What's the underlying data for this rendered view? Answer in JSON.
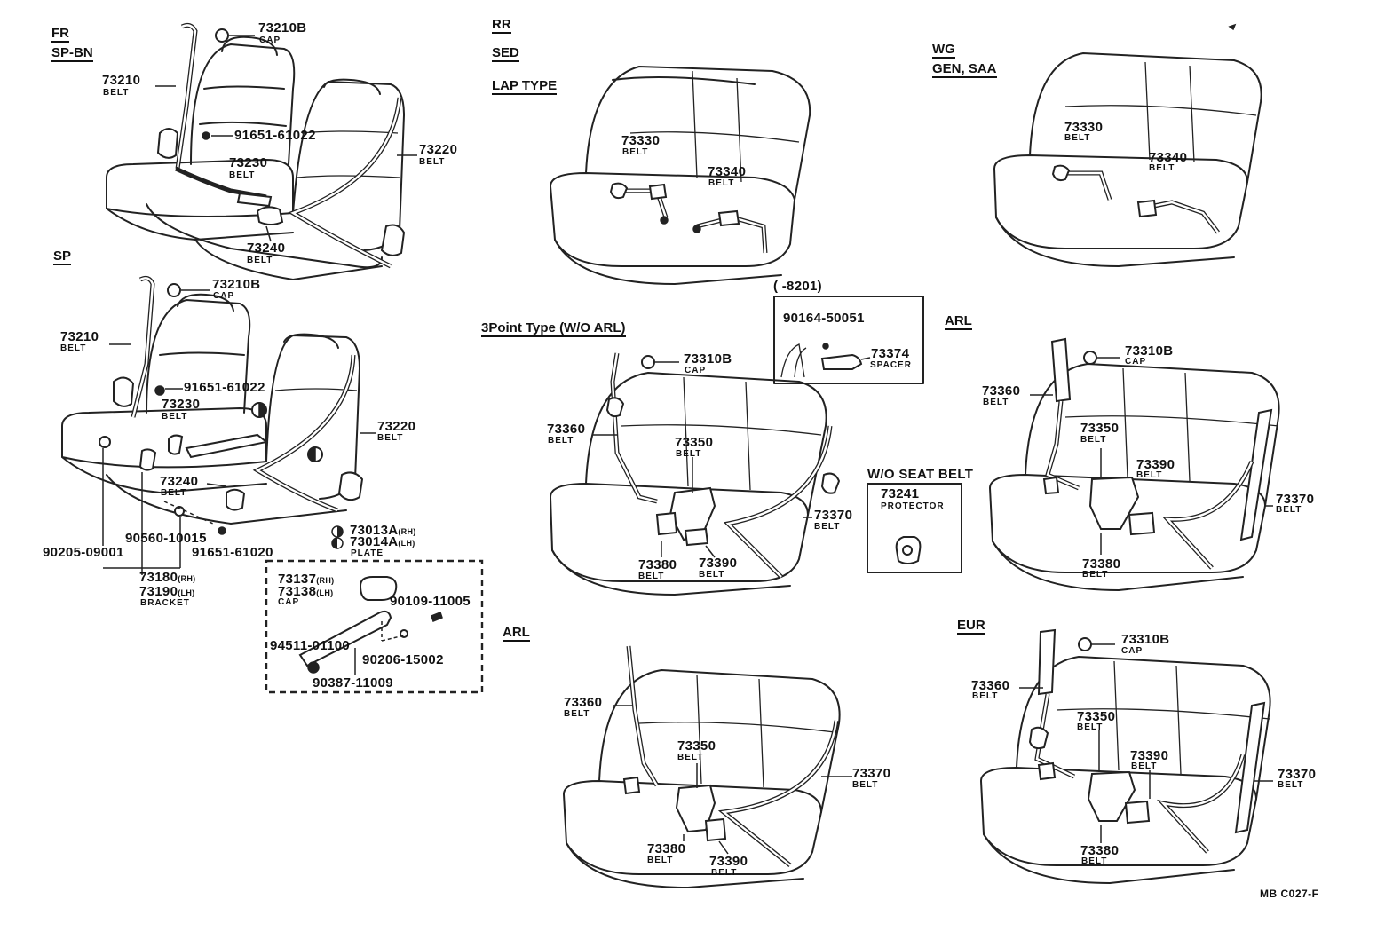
{
  "sections": {
    "fr": "FR",
    "sp_bn": "SP-BN",
    "sp": "SP",
    "rr": "RR",
    "sed": "SED",
    "lap_type": "LAP TYPE",
    "wg": "WG",
    "gen_saa": "GEN, SAA",
    "three_point": "3Point Type (W/O ARL)",
    "arl_right": "ARL",
    "arl_bottom": "ARL",
    "eur": "EUR",
    "wo_seat_belt": "W/O SEAT BELT",
    "range_8201": "(     -8201)"
  },
  "callouts": {
    "fr_73210b_num": "73210B",
    "fr_73210b_sub": "CAP",
    "fr_73210_num": "73210",
    "fr_73210_sub": "BELT",
    "fr_91651_num": "91651-61022",
    "fr_73230_num": "73230",
    "fr_73230_sub": "BELT",
    "fr_73220_num": "73220",
    "fr_73220_sub": "BELT",
    "fr_73240_num": "73240",
    "fr_73240_sub": "BELT",
    "sp_73210b_num": "73210B",
    "sp_73210b_sub": "CAP",
    "sp_73210_num": "73210",
    "sp_73210_sub": "BELT",
    "sp_91651_num": "91651-61022",
    "sp_73230_num": "73230",
    "sp_73230_sub": "BELT",
    "sp_73220_num": "73220",
    "sp_73220_sub": "BELT",
    "sp_73240_num": "73240",
    "sp_73240_sub": "BELT",
    "sp_73013_num": "73013A",
    "sp_73013_sfx": "(RH)",
    "sp_73014_num": "73014A",
    "sp_73014_sfx": "(LH)",
    "sp_plate_sub": "PLATE",
    "sp_90560_num": "90560-10015",
    "sp_91651b_num": "91651-61020",
    "sp_90205_num": "90205-09001",
    "sp_73180_num": "73180",
    "sp_73180_sfx": "(RH)",
    "sp_73190_num": "73190",
    "sp_73190_sfx": "(LH)",
    "sp_bracket_sub": "BRACKET",
    "box_73137_num": "73137",
    "box_73137_sfx": "(RH)",
    "box_73138_num": "73138",
    "box_73138_sfx": "(LH)",
    "box_cap_sub": "CAP",
    "box_90109_num": "90109-11005",
    "box_94511_num": "94511-01100",
    "box_90206_num": "90206-15002",
    "box_90387_num": "90387-11009",
    "lap_73330_num": "73330",
    "lap_73330_sub": "BELT",
    "lap_73340_num": "73340",
    "lap_73340_sub": "BELT",
    "wg_73330_num": "73330",
    "wg_73330_sub": "BELT",
    "wg_73340_num": "73340",
    "wg_73340_sub": "BELT",
    "tp_73310b_num": "73310B",
    "tp_73310b_sub": "CAP",
    "tp_73360_num": "73360",
    "tp_73360_sub": "BELT",
    "tp_73350_num": "73350",
    "tp_73350_sub": "BELT",
    "tp_73370_num": "73370",
    "tp_73370_sub": "BELT",
    "tp_73380_num": "73380",
    "tp_73380_sub": "BELT",
    "tp_73390_num": "73390",
    "tp_73390_sub": "BELT",
    "sp8201_90164_num": "90164-50051",
    "sp8201_73374_num": "73374",
    "sp8201_73374_sub": "SPACER",
    "wo_73241_num": "73241",
    "wo_73241_sub": "PROTECTOR",
    "arlr_73310b_num": "73310B",
    "arlr_73310b_sub": "CAP",
    "arlr_73360_num": "73360",
    "arlr_73360_sub": "BELT",
    "arlr_73350_num": "73350",
    "arlr_73350_sub": "BELT",
    "arlr_73390_num": "73390",
    "arlr_73390_sub": "BELT",
    "arlr_73370_num": "73370",
    "arlr_73370_sub": "BELT",
    "arlr_73380_num": "73380",
    "arlr_73380_sub": "BELT",
    "arlb_73360_num": "73360",
    "arlb_73360_sub": "BELT",
    "arlb_73350_num": "73350",
    "arlb_73350_sub": "BELT",
    "arlb_73370_num": "73370",
    "arlb_73370_sub": "BELT",
    "arlb_73380_num": "73380",
    "arlb_73380_sub": "BELT",
    "arlb_73390_num": "73390",
    "arlb_73390_sub": "BELT",
    "eur_73310b_num": "73310B",
    "eur_73310b_sub": "CAP",
    "eur_73360_num": "73360",
    "eur_73360_sub": "BELT",
    "eur_73350_num": "73350",
    "eur_73350_sub": "BELT",
    "eur_73390_num": "73390",
    "eur_73390_sub": "BELT",
    "eur_73370_num": "73370",
    "eur_73370_sub": "BELT",
    "eur_73380_num": "73380",
    "eur_73380_sub": "BELT"
  },
  "footer": {
    "code": "MB C027-F"
  }
}
